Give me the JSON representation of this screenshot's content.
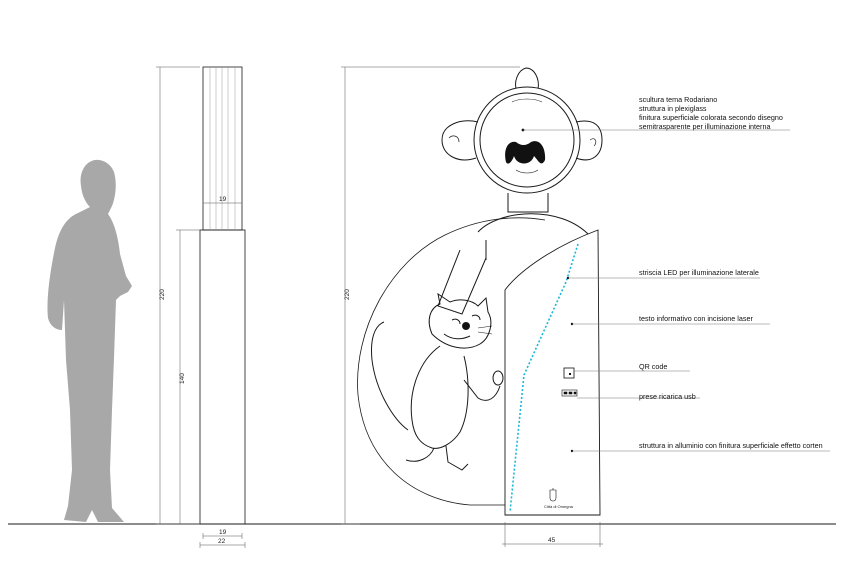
{
  "drawing": {
    "colors": {
      "line": "#1a1a1a",
      "silhouette": "#a8a8a8",
      "led": "#19b8d8",
      "thin": "#777777"
    }
  },
  "dimensions": {
    "column_top_width": "19",
    "column_height": "220",
    "column_base_height": "140",
    "column_bottom_width": "19",
    "column_total_width": "22",
    "sculpture_height": "220",
    "base_width": "45"
  },
  "notes": {
    "sculpture_lines": [
      "scultura tema Rodariano",
      "struttura in plexiglass",
      "finitura superficiale colorata secondo disegno",
      "semitrasparente per illuminazione interna"
    ],
    "led": "striscia LED per illuminazione laterale",
    "laser_text": "testo informativo con incisione laser",
    "qr": "QR code",
    "usb": "prese ricarica usb",
    "structure": "struttura in alluminio con finitura superficiale effetto corten"
  },
  "logo_caption": "Città di Omegna"
}
